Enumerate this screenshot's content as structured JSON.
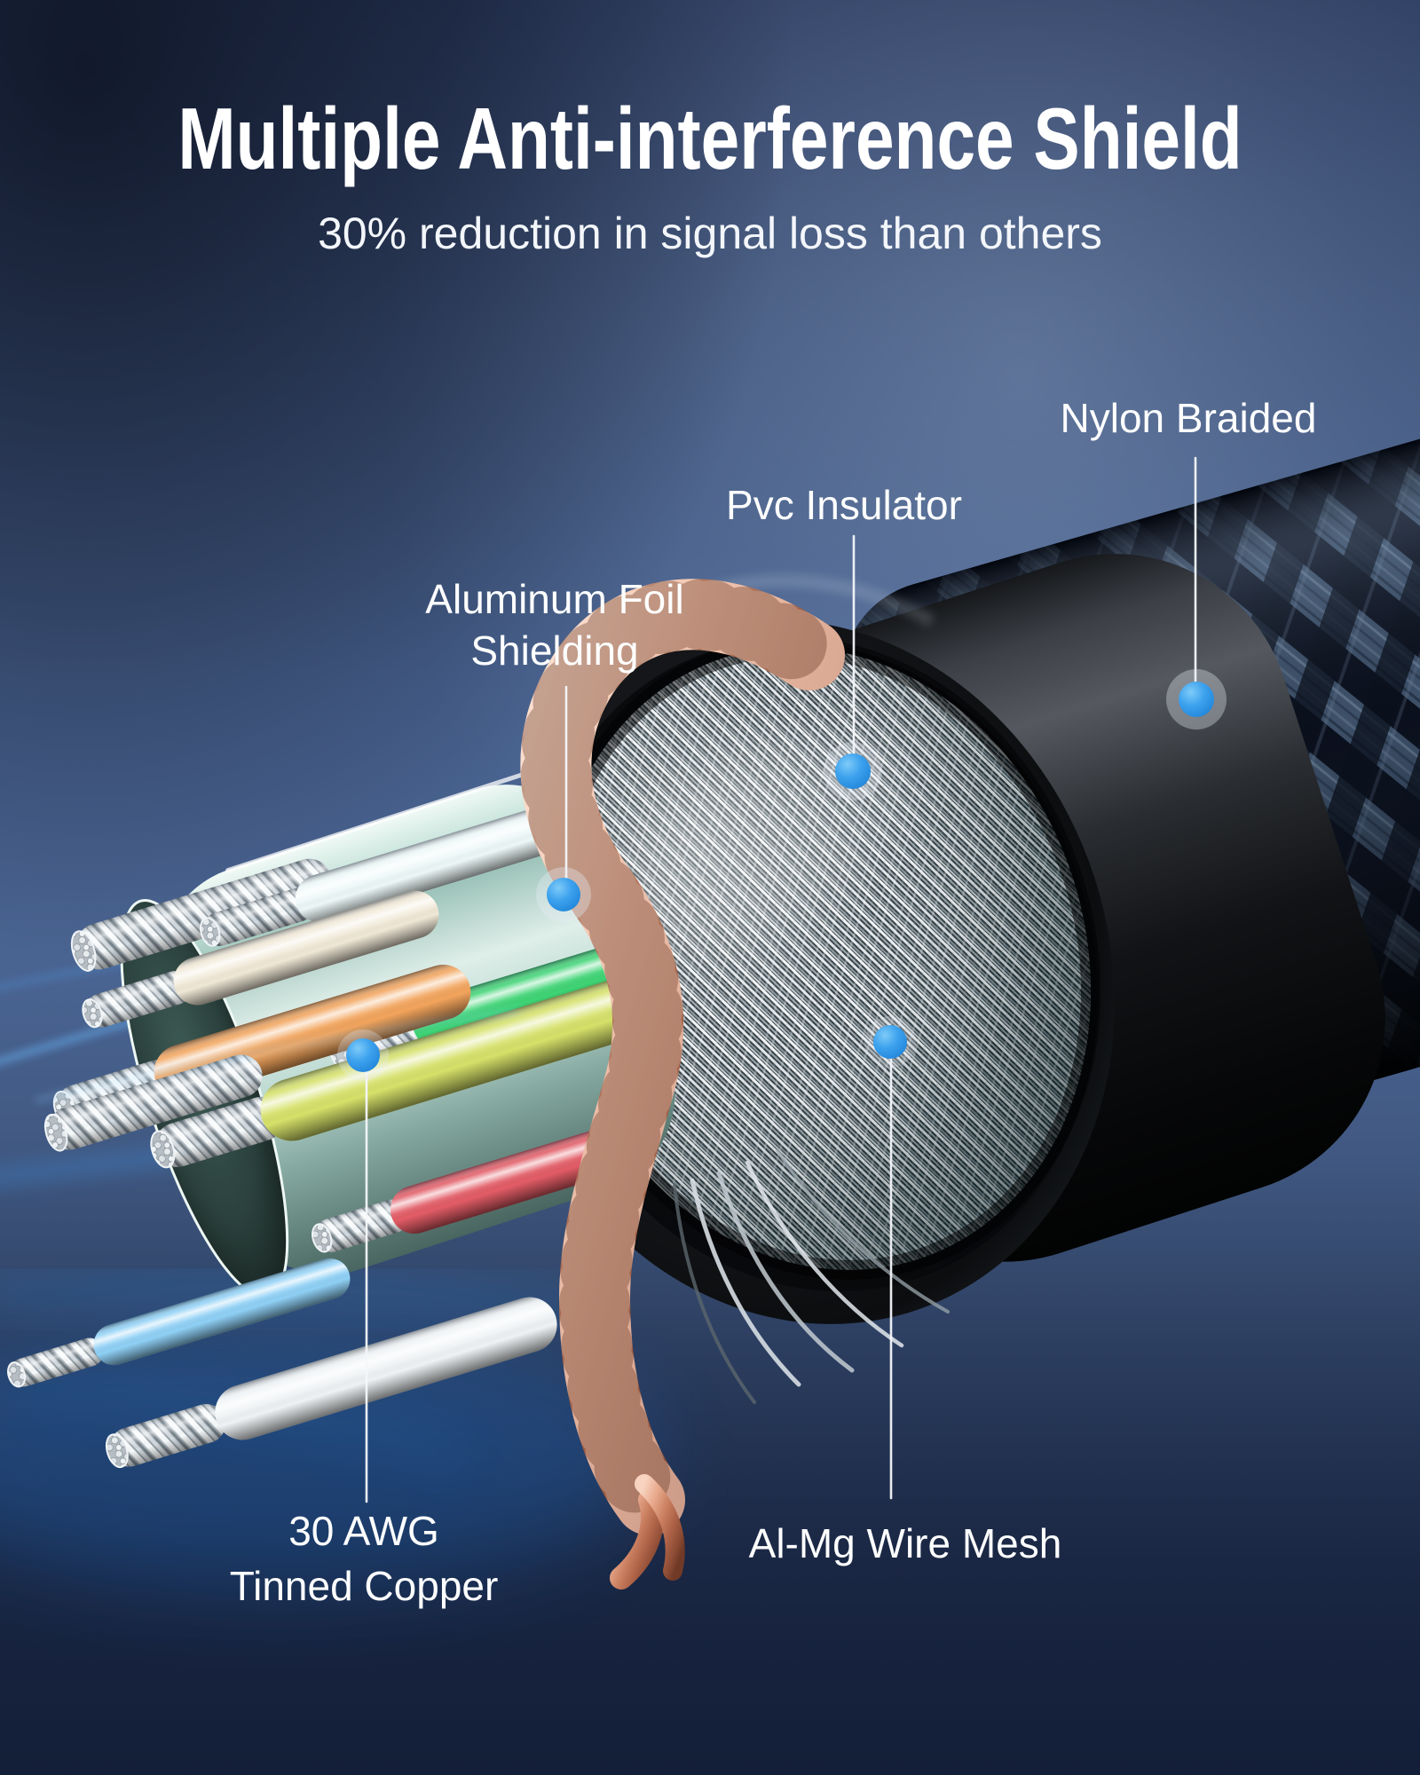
{
  "page": {
    "title": "Multiple Anti-interference Shield",
    "subtitle": "30% reduction in signal loss than others"
  },
  "callouts": {
    "nylon_braided": {
      "label": "Nylon Braided"
    },
    "pvc_insulator": {
      "label": "Pvc Insulator"
    },
    "aluminum_foil_shielding": {
      "line1": "Aluminum Foil",
      "line2": "Shielding"
    },
    "tinned_copper": {
      "line1": "30 AWG",
      "line2": "Tinned Copper"
    },
    "al_mg_wire_mesh": {
      "label": "Al-Mg Wire Mesh"
    }
  },
  "colors": {
    "accent_dot_blue": "#2f9be8",
    "background_dark_navy": "#161f35",
    "background_slate_blue": "#4a6390",
    "text_white": "#ffffff",
    "copper": "#c97e5f",
    "foil_mint": "#b9d8d0"
  }
}
